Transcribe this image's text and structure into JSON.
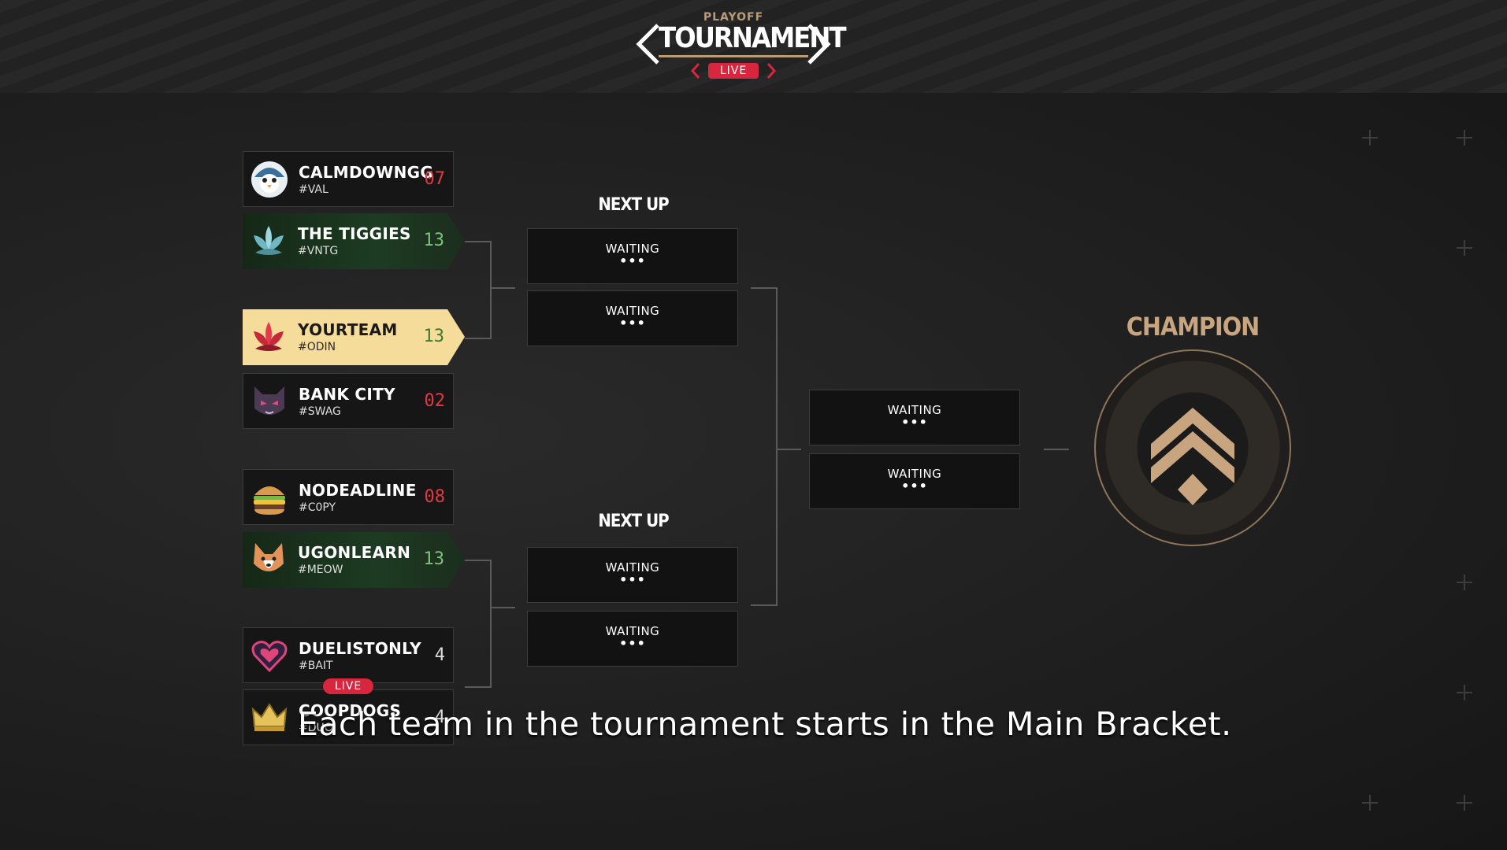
{
  "header": {
    "pre_title": "PLAYOFF",
    "title": "TOURNAMENT",
    "live_badge": "LIVE"
  },
  "teams": [
    {
      "name": "CALMDOWNGG",
      "tag": "#VAL",
      "score": "07",
      "icon": "penguin-icon"
    },
    {
      "name": "THE TIGGIES",
      "tag": "#VNTG",
      "score": "13",
      "icon": "lotus-icon"
    },
    {
      "name": "YOURTEAM",
      "tag": "#ODIN",
      "score": "13",
      "icon": "red-lotus-icon"
    },
    {
      "name": "BANK CITY",
      "tag": "#SWAG",
      "score": "02",
      "icon": "cat-mask-icon"
    },
    {
      "name": "NODEADLINE",
      "tag": "#C0PY",
      "score": "08",
      "icon": "burger-icon"
    },
    {
      "name": "UGONLEARN",
      "tag": "#MEOW",
      "score": "13",
      "icon": "corgi-icon"
    },
    {
      "name": "DUELISTONLY",
      "tag": "#BAIT",
      "score": "4",
      "icon": "heart-icon"
    },
    {
      "name": "COOPDOGS",
      "tag": "#DUO",
      "score": "4",
      "icon": "crown-icon"
    }
  ],
  "match_live_badge": "LIVE",
  "next_up_label": "NEXT UP",
  "waiting": {
    "label": "WAITING",
    "dots": "•••"
  },
  "champion": {
    "title": "CHAMPION",
    "icon": "chevron-emblem-icon"
  },
  "subtitle": "Each team in the tournament starts in the Main Bracket.",
  "colors": {
    "accent_gold": "#c8a47f",
    "highlight": "#f6dc9b",
    "live_red": "#d7263d",
    "win_green": "#7ec27c",
    "lose_red": "#e03a44"
  }
}
